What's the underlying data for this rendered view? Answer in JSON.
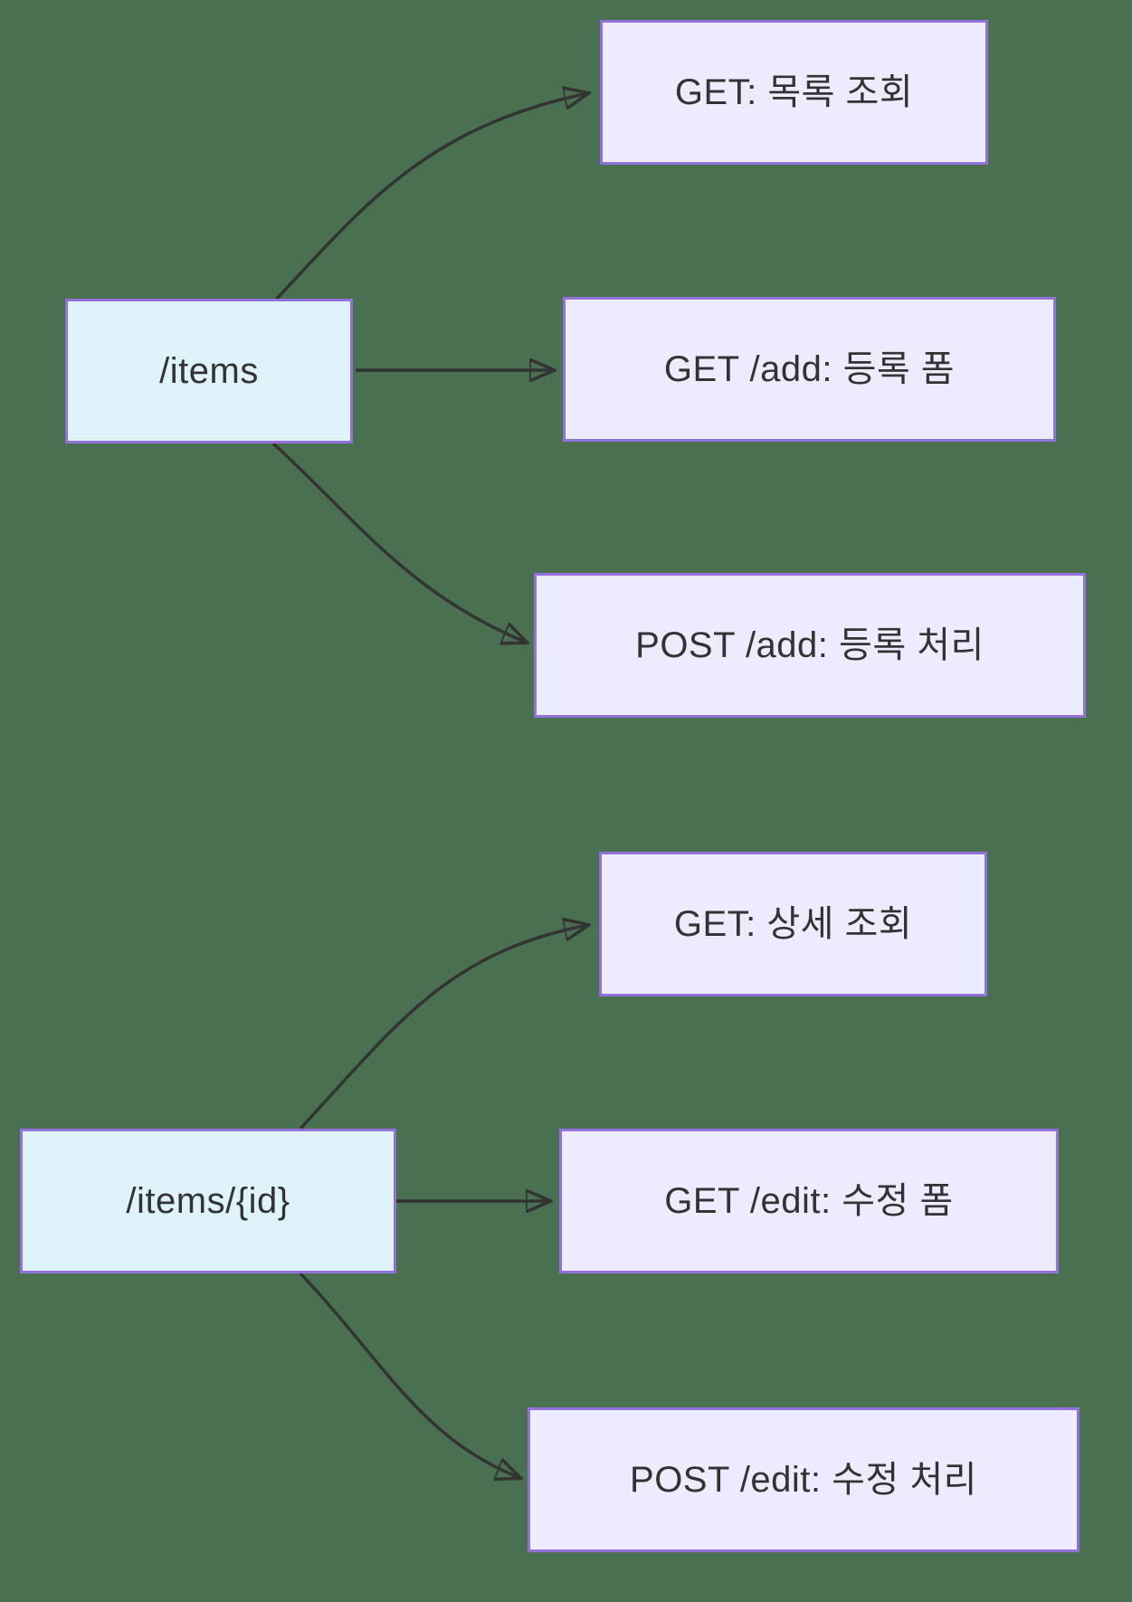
{
  "diagram_type": "flowchart-LR",
  "colors": {
    "background": "#4a7052",
    "source_node_fill": "#dff3fb",
    "target_node_fill": "#ececff",
    "node_border": "#9370db",
    "edge": "#333333",
    "text": "#333333"
  },
  "nodes": {
    "items": {
      "label": "/items",
      "kind": "source"
    },
    "get_list": {
      "label": "GET: 목록 조회",
      "kind": "target"
    },
    "get_add": {
      "label": "GET /add: 등록 폼",
      "kind": "target"
    },
    "post_add": {
      "label": "POST /add: 등록 처리",
      "kind": "target"
    },
    "items_id": {
      "label": "/items/{id}",
      "kind": "source"
    },
    "get_detail": {
      "label": "GET: 상세 조회",
      "kind": "target"
    },
    "get_edit": {
      "label": "GET /edit: 수정 폼",
      "kind": "target"
    },
    "post_edit": {
      "label": "POST /edit: 수정 처리",
      "kind": "target"
    }
  },
  "edges": [
    {
      "from": "/items",
      "to": "GET: 목록 조회"
    },
    {
      "from": "/items",
      "to": "GET /add: 등록 폼"
    },
    {
      "from": "/items",
      "to": "POST /add: 등록 처리"
    },
    {
      "from": "/items/{id}",
      "to": "GET: 상세 조회"
    },
    {
      "from": "/items/{id}",
      "to": "GET /edit: 수정 폼"
    },
    {
      "from": "/items/{id}",
      "to": "POST /edit: 수정 처리"
    }
  ]
}
